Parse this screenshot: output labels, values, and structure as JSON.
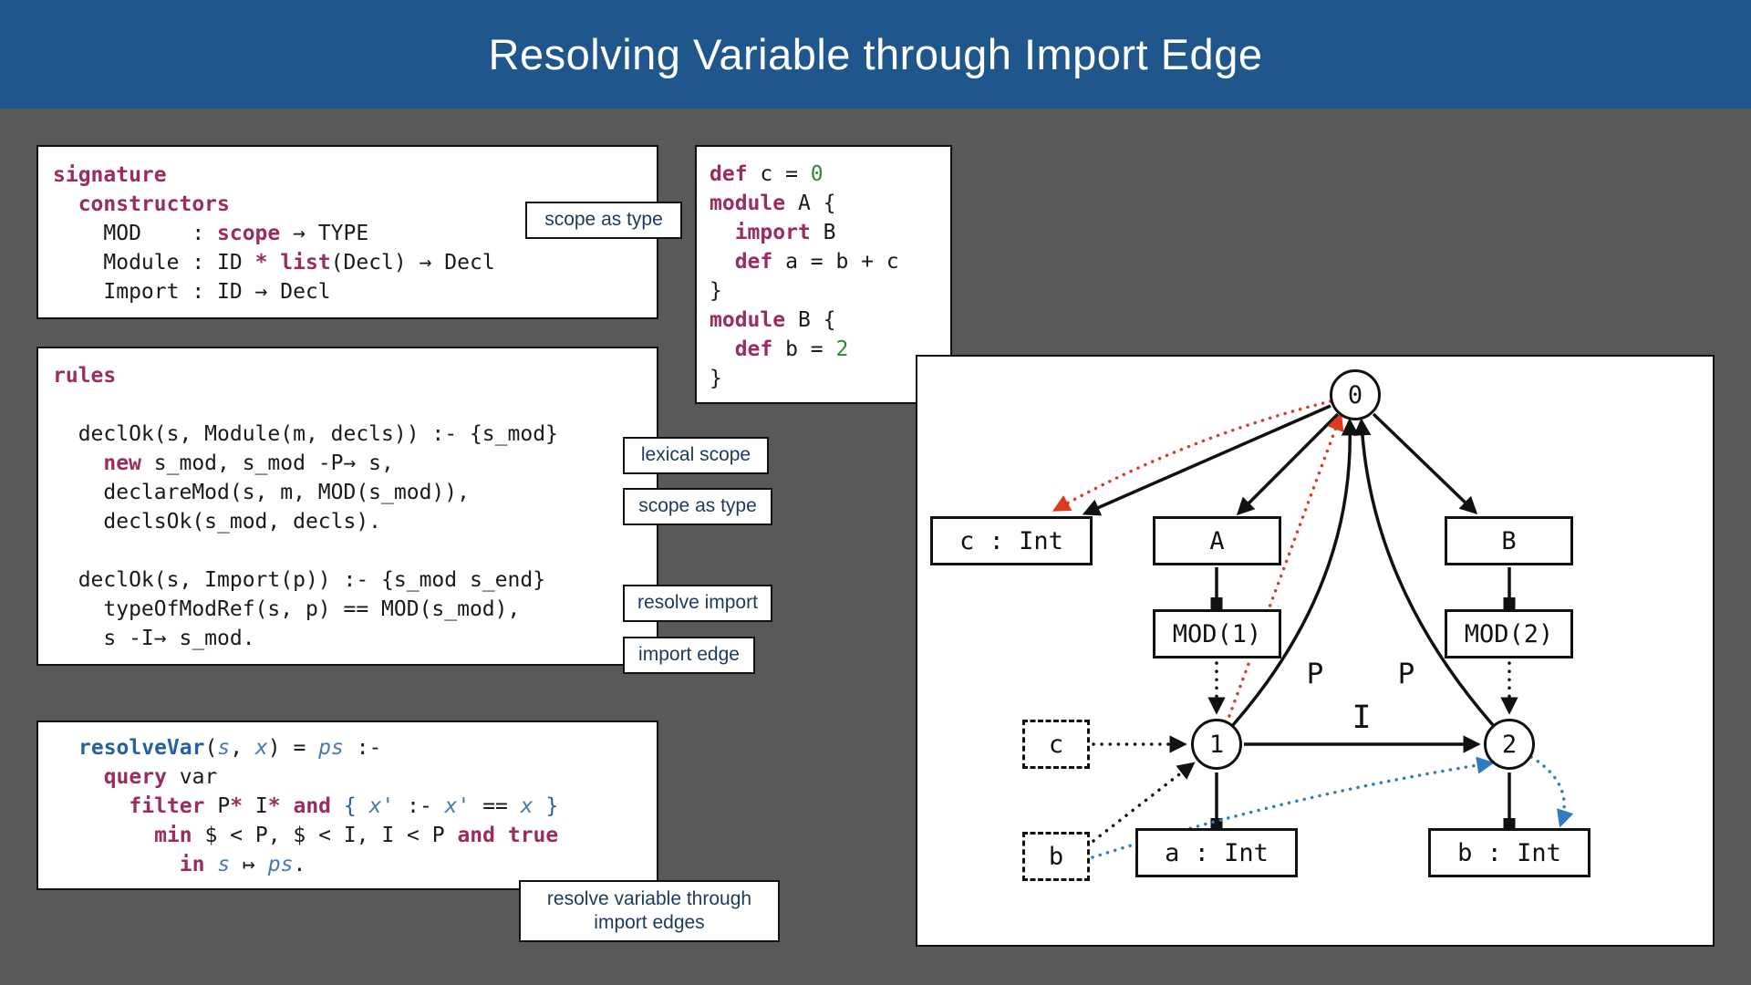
{
  "title": "Resolving Variable through Import Edge",
  "colors": {
    "header_bg": "#1f578d",
    "page_bg": "#595959",
    "keyword": "#9b2c62",
    "literal_green": "#358535",
    "name_blue": "#2660a4",
    "query_red": "#dd3a22",
    "query_blue": "#2f7cc4"
  },
  "signature_code": [
    [
      {
        "t": "signature",
        "c": "kw"
      }
    ],
    [
      {
        "t": "  constructors",
        "c": "kw"
      }
    ],
    [
      {
        "t": "    MOD    : ",
        "c": "pl"
      },
      {
        "t": "scope",
        "c": "kw"
      },
      {
        "t": " → TYPE",
        "c": "pl"
      }
    ],
    [
      {
        "t": "    Module : ID ",
        "c": "pl"
      },
      {
        "t": "*",
        "c": "kw"
      },
      {
        "t": " ",
        "c": "pl"
      },
      {
        "t": "list",
        "c": "kw"
      },
      {
        "t": "(Decl) → Decl",
        "c": "pl"
      }
    ],
    [
      {
        "t": "    Import : ID → Decl",
        "c": "pl"
      }
    ]
  ],
  "rules_code": [
    [
      {
        "t": "rules",
        "c": "kw"
      }
    ],
    [],
    [
      {
        "t": "  declOk(s, Module(m, decls)) :- {s_mod}",
        "c": "pl"
      }
    ],
    [
      {
        "t": "    ",
        "c": "pl"
      },
      {
        "t": "new",
        "c": "kw"
      },
      {
        "t": " s_mod, s_mod -P→ s,",
        "c": "pl"
      }
    ],
    [
      {
        "t": "    declareMod(s, m, MOD(s_mod)),",
        "c": "pl"
      }
    ],
    [
      {
        "t": "    declsOk(s_mod, decls).",
        "c": "pl"
      }
    ],
    [],
    [
      {
        "t": "  declOk(s, Import(p)) :- {s_mod s_end}",
        "c": "pl"
      }
    ],
    [
      {
        "t": "    typeOfModRef(s, p) == MOD(s_mod),",
        "c": "pl"
      }
    ],
    [
      {
        "t": "    s -I→ s_mod.",
        "c": "pl"
      }
    ]
  ],
  "resolve_var_code": [
    [
      {
        "t": "resolveVar",
        "c": "fn"
      },
      {
        "t": "(",
        "c": "pl"
      },
      {
        "t": "s",
        "c": "it"
      },
      {
        "t": ", ",
        "c": "pl"
      },
      {
        "t": "x",
        "c": "it"
      },
      {
        "t": ") = ",
        "c": "pl"
      },
      {
        "t": "ps",
        "c": "it"
      },
      {
        "t": " :-",
        "c": "pl"
      }
    ],
    [
      {
        "t": "  ",
        "c": "pl"
      },
      {
        "t": "query",
        "c": "kw"
      },
      {
        "t": " var",
        "c": "pl"
      }
    ],
    [
      {
        "t": "    ",
        "c": "pl"
      },
      {
        "t": "filter",
        "c": "kw"
      },
      {
        "t": " P",
        "c": "pl"
      },
      {
        "t": "*",
        "c": "kw"
      },
      {
        "t": " I",
        "c": "pl"
      },
      {
        "t": "*",
        "c": "kw"
      },
      {
        "t": " ",
        "c": "pl"
      },
      {
        "t": "and",
        "c": "kw"
      },
      {
        "t": " { ",
        "c": "bl"
      },
      {
        "t": "x'",
        "c": "it"
      },
      {
        "t": " :- ",
        "c": "pl"
      },
      {
        "t": "x'",
        "c": "it"
      },
      {
        "t": " == ",
        "c": "pl"
      },
      {
        "t": "x",
        "c": "it"
      },
      {
        "t": " }",
        "c": "bl"
      }
    ],
    [
      {
        "t": "      ",
        "c": "pl"
      },
      {
        "t": "min",
        "c": "kw"
      },
      {
        "t": " $ < P, $ < I, I < P ",
        "c": "pl"
      },
      {
        "t": "and",
        "c": "kw"
      },
      {
        "t": " ",
        "c": "pl"
      },
      {
        "t": "true",
        "c": "kw"
      }
    ],
    [
      {
        "t": "        ",
        "c": "pl"
      },
      {
        "t": "in",
        "c": "kw"
      },
      {
        "t": " ",
        "c": "pl"
      },
      {
        "t": "s",
        "c": "it"
      },
      {
        "t": " ↦ ",
        "c": "pl"
      },
      {
        "t": "ps",
        "c": "it"
      },
      {
        "t": ".",
        "c": "pl"
      }
    ]
  ],
  "program_code": [
    [
      {
        "t": "def",
        "c": "kw"
      },
      {
        "t": " c = ",
        "c": "pl"
      },
      {
        "t": "0",
        "c": "gr"
      }
    ],
    [
      {
        "t": "module",
        "c": "kw"
      },
      {
        "t": " A {",
        "c": "pl"
      }
    ],
    [
      {
        "t": "  ",
        "c": "pl"
      },
      {
        "t": "import",
        "c": "kw"
      },
      {
        "t": " B",
        "c": "pl"
      }
    ],
    [
      {
        "t": "  ",
        "c": "pl"
      },
      {
        "t": "def",
        "c": "kw"
      },
      {
        "t": " a = b + c",
        "c": "pl"
      }
    ],
    [
      {
        "t": "}",
        "c": "pl"
      }
    ],
    [
      {
        "t": "module",
        "c": "kw"
      },
      {
        "t": " B {",
        "c": "pl"
      }
    ],
    [
      {
        "t": "  ",
        "c": "pl"
      },
      {
        "t": "def",
        "c": "kw"
      },
      {
        "t": " b = ",
        "c": "pl"
      },
      {
        "t": "2",
        "c": "gr"
      }
    ],
    [
      {
        "t": "}",
        "c": "pl"
      }
    ]
  ],
  "callouts": {
    "scope_as_type_1": "scope as type",
    "lexical_scope": "lexical scope",
    "scope_as_type_2": "scope as type",
    "resolve_import": "resolve import",
    "import_edge": "import edge",
    "resolve_variable": "resolve variable through\nimport edges"
  },
  "diagram": {
    "nodes": {
      "n0": "0",
      "n1": "1",
      "n2": "2"
    },
    "boxes": {
      "c_int": "c : Int",
      "mod_a": "A",
      "mod_b": "B",
      "mod1": "MOD(1)",
      "mod2": "MOD(2)",
      "ref_c": "c",
      "ref_b": "b",
      "a_int": "a : Int",
      "b_int": "b : Int"
    },
    "edge_labels": {
      "p_left": "P",
      "p_right": "P",
      "i": "I"
    }
  }
}
